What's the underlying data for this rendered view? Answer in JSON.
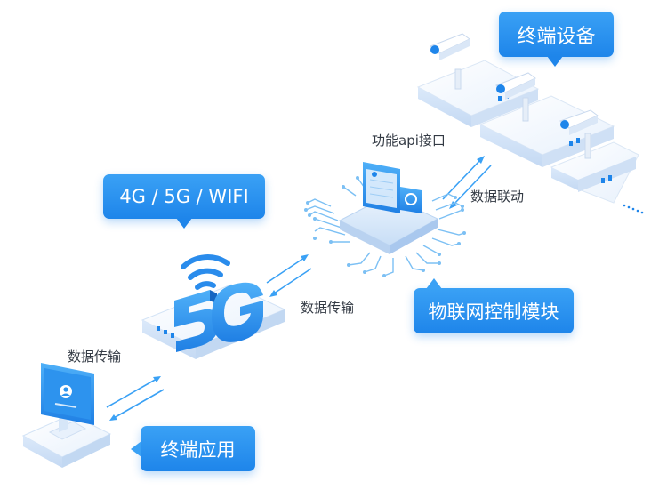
{
  "callouts": {
    "terminal_device": "终端设备",
    "network": "4G / 5G / WIFI",
    "iot_module": "物联网控制模块",
    "terminal_app": "终端应用"
  },
  "labels": {
    "api": "功能api接口",
    "linkage": "数据联动",
    "transfer_upper": "数据传输",
    "transfer_lower": "数据传输"
  },
  "icons": {
    "camera_device": "camera-device-icon",
    "chip": "chip-icon",
    "fiveg": "5g-icon",
    "wifi": "wifi-signal-icon",
    "monitor": "monitor-icon",
    "arrows": "bidirectional-arrow-icon"
  },
  "colors": {
    "accent": "#1e85ea",
    "accent_light": "#3aa1f5",
    "device_face": "#f3f8fe",
    "device_side": "#d6e6f8",
    "circuit": "#7cc0f4"
  }
}
